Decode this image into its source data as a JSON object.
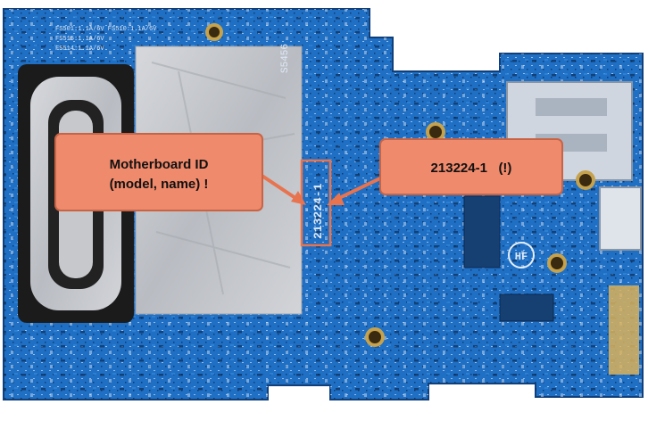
{
  "image": {
    "subject": "laptop-motherboard-photo",
    "colors": {
      "board": "#1f6fc4",
      "board_dark": "#155aa6",
      "foil": "#c9cbd0",
      "callout_fill": "#f08a6c",
      "callout_border": "#c76445",
      "highlight_box": "#e8734f",
      "arrow": "#e8734f",
      "text": "#111111"
    }
  },
  "silkscreen": {
    "fuse_row1": "FS501:1.1A/6V  FS510:1.1A/6V",
    "fuse_row2": "FS515:1.1A/6V",
    "fuse_row3": "FS514:1.1A/6V",
    "vertical_code": "S5456",
    "board_id_vertical": "213224-1",
    "hf_logo": "HF"
  },
  "callouts": {
    "left_line1": "Motherboard ID",
    "left_line2": "(model, name) !",
    "right_label": "213224-1   (!)"
  }
}
